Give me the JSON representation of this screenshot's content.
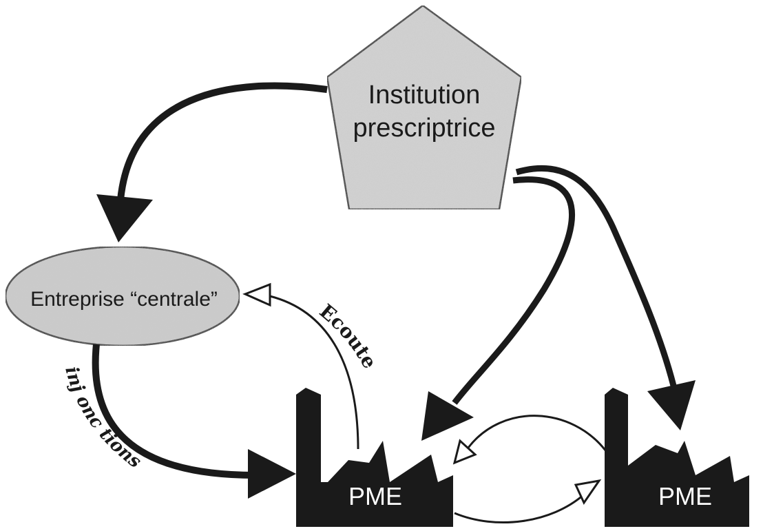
{
  "institution": {
    "line1": "Institution",
    "line2": "prescriptrice"
  },
  "central": {
    "label": "Entreprise “centrale”"
  },
  "sme_left": {
    "label": "PME"
  },
  "sme_right": {
    "label": "PME"
  },
  "edges": {
    "ecoute": "Ecoute",
    "injonctions": "inj onc tions"
  },
  "colors": {
    "shape_fill": "#d2d2d2",
    "ink": "#1a1a1a",
    "factory_label": "#ffffff"
  }
}
